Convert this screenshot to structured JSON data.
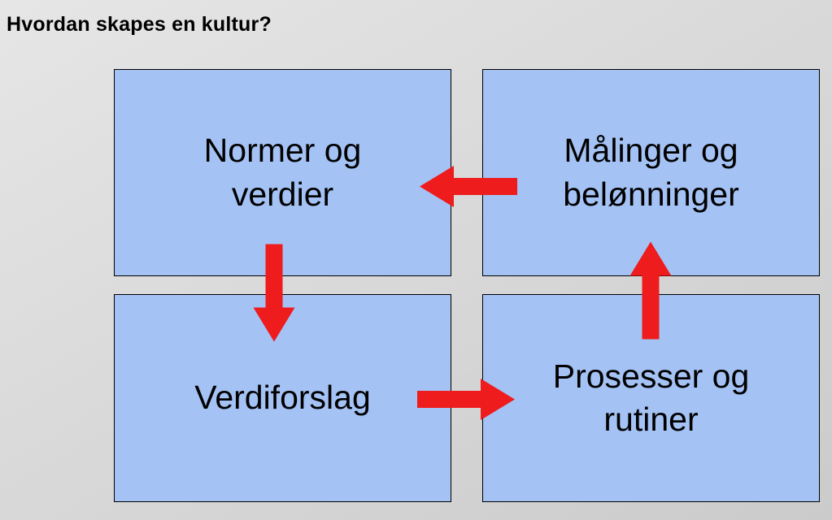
{
  "title": "Hvordan skapes en kultur?",
  "boxes": {
    "top_left": "Normer og\nverdier",
    "top_right": "Målinger og\nbelønninger",
    "bottom_left": "Verdiforslag",
    "bottom_right": "Prosesser og\nrutiner"
  },
  "arrows": [
    {
      "name": "arrow-left",
      "from": "Målinger og belønninger",
      "to": "Normer og verdier"
    },
    {
      "name": "arrow-down",
      "from": "Normer og verdier",
      "to": "Verdiforslag"
    },
    {
      "name": "arrow-right",
      "from": "Verdiforslag",
      "to": "Prosesser og rutiner"
    },
    {
      "name": "arrow-up",
      "from": "Prosesser og rutiner",
      "to": "Målinger og belønninger"
    }
  ],
  "colors": {
    "box_fill": "#a4c2f4",
    "box_border": "#000000",
    "arrow": "#ee1c1c",
    "bg_start": "#e6e6e6",
    "bg_end": "#cbcbcb"
  }
}
